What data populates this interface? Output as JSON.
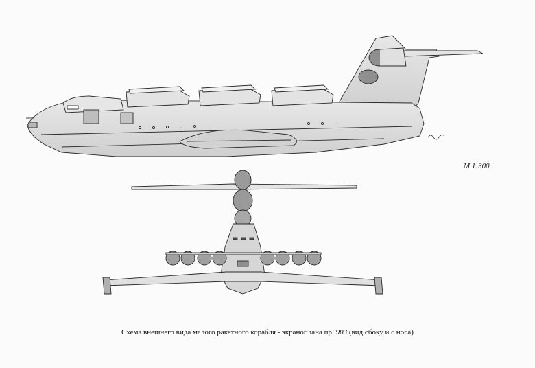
{
  "scale": {
    "label": "М 1:300"
  },
  "caption": {
    "before": "Схема внешнего вида малого ракетного корабля - экраноплана пр. ",
    "project": "903",
    "after": " (вид сбоку и с носа)"
  },
  "signature": {
    "note": "artist signature drawn as image"
  },
  "colors": {
    "hull": "#dcdcdc",
    "dark": "#9a9a9a",
    "line": "#2a2a2a"
  }
}
